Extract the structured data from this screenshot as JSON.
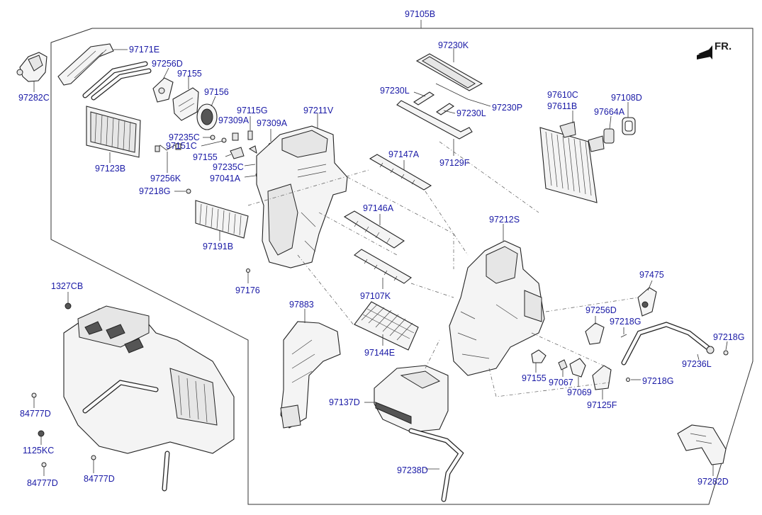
{
  "diagram": {
    "orientation_label": "FR.",
    "labels": {
      "assembly": "97105B",
      "p97171E": "97171E",
      "p97282C": "97282C",
      "p97256D_top": "97256D",
      "p97155_top": "97155",
      "p97156": "97156",
      "p97123B": "97123B",
      "p97115G": "97115G",
      "p97309A_1": "97309A",
      "p97309A_2": "97309A",
      "p97235C_1": "97235C",
      "p97151C": "97151C",
      "p97155_mid": "97155",
      "p97235C_2": "97235C",
      "p97041A": "97041A",
      "p97256K": "97256K",
      "p97218G_left": "97218G",
      "p97191B": "97191B",
      "p97176": "97176",
      "p97211V": "97211V",
      "p97230K": "97230K",
      "p97230L_1": "97230L",
      "p97230P": "97230P",
      "p97230L_2": "97230L",
      "p97129F": "97129F",
      "p97147A": "97147A",
      "p97146A": "97146A",
      "p97107K": "97107K",
      "p97144E": "97144E",
      "p97883": "97883",
      "p97137D": "97137D",
      "p97238D": "97238D",
      "p97610C": "97610C",
      "p97611B": "97611B",
      "p97108D": "97108D",
      "p97664A": "97664A",
      "p97212S": "97212S",
      "p97475": "97475",
      "p97256D_right": "97256D",
      "p97218G_mid": "97218G",
      "p97218G_right": "97218G",
      "p97236L": "97236L",
      "p97155_right": "97155",
      "p97067": "97067",
      "p97069": "97069",
      "p97125F": "97125F",
      "p97218G_low": "97218G",
      "p97282D": "97282D",
      "p1327CB": "1327CB",
      "p84777D_1": "84777D",
      "p1125KC": "1125KC",
      "p84777D_2": "84777D",
      "p84777D_3": "84777D"
    }
  }
}
